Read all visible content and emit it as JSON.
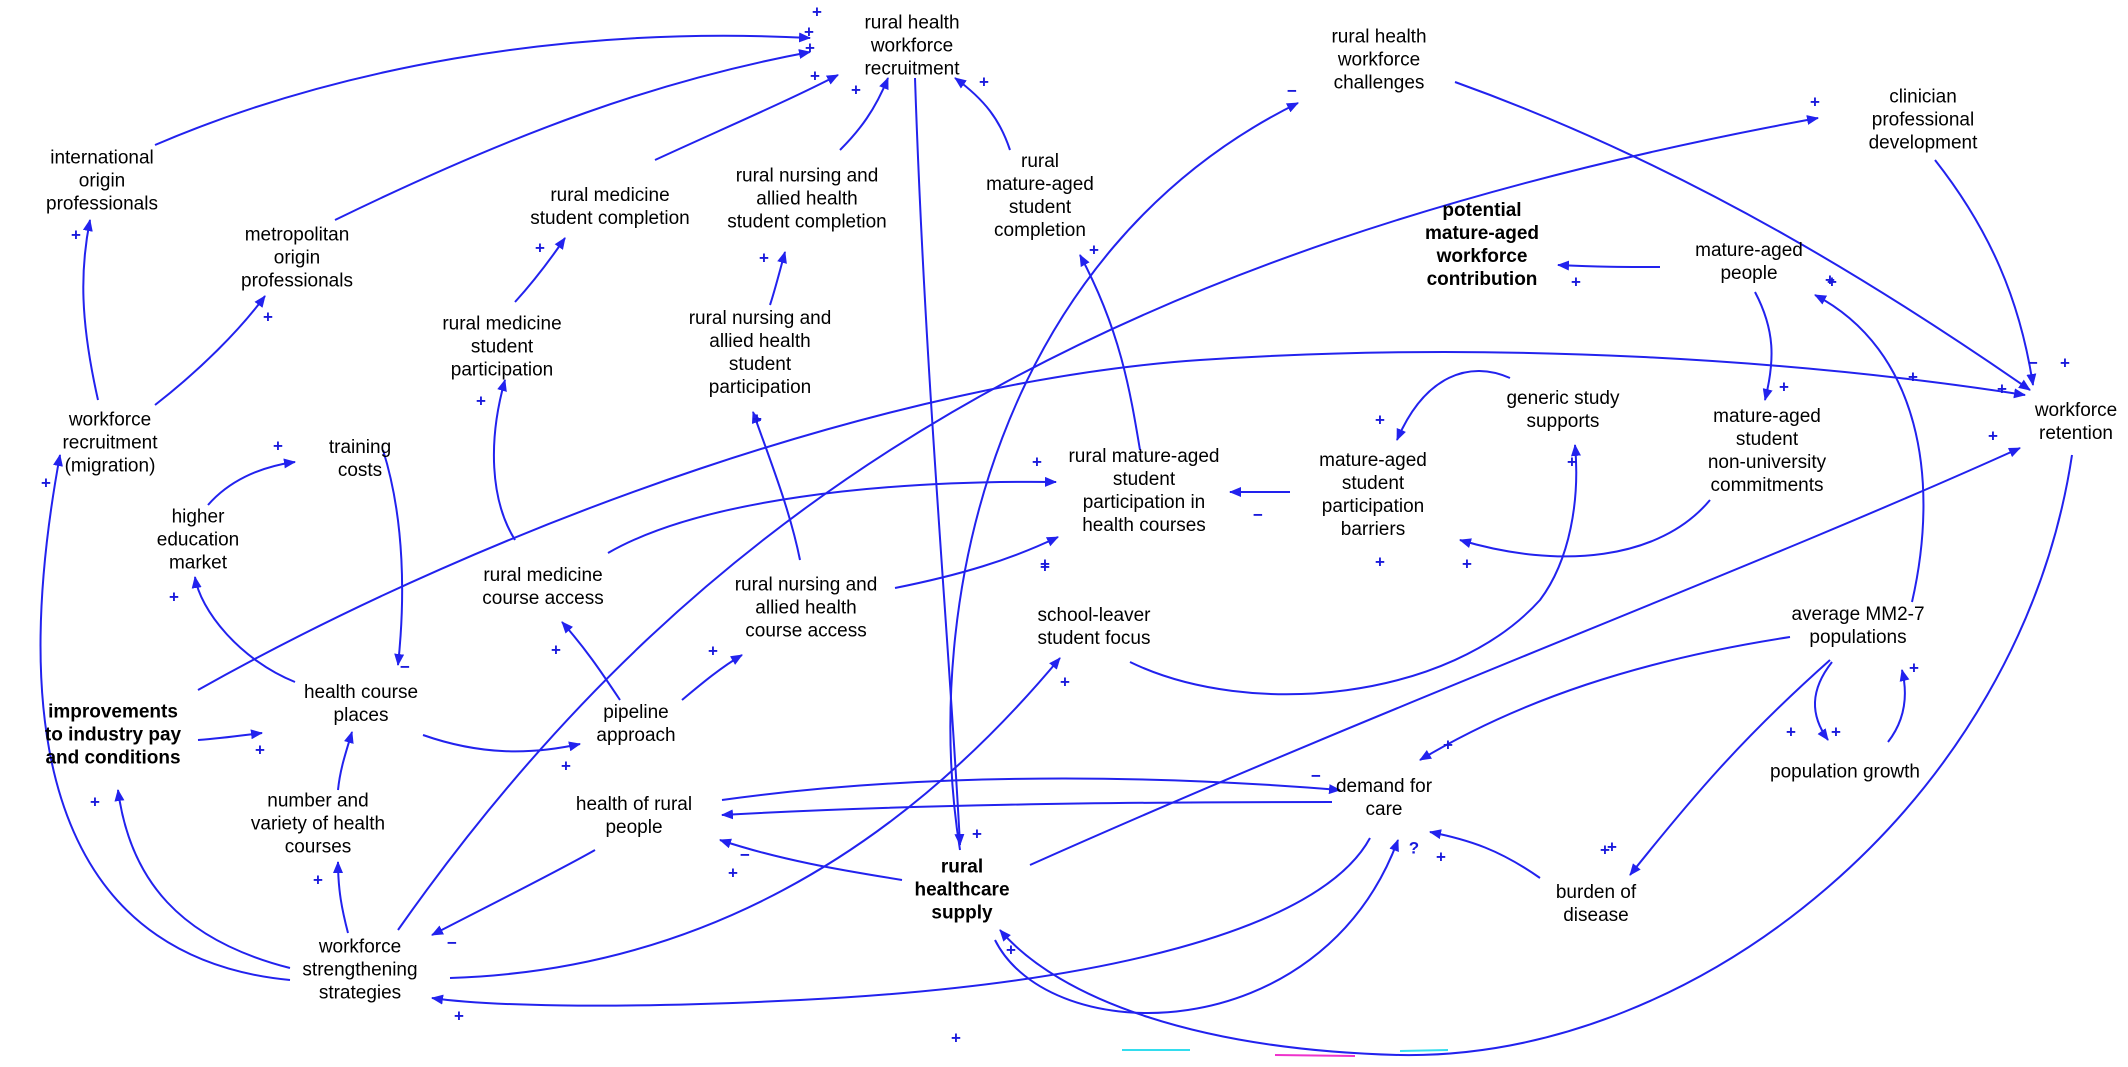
{
  "diagram": {
    "nodes": {
      "recruitment": "rural health\nworkforce\nrecruitment",
      "challenges": "rural health\nworkforce\nchallenges",
      "clinician_dev": "clinician\nprofessional\ndevelopment",
      "international": "international\norigin\nprofessionals",
      "metropolitan": "metropolitan\norigin\nprofessionals",
      "med_completion": "rural medicine\nstudent completion",
      "nursing_completion": "rural nursing and\nallied health\nstudent completion",
      "mature_completion": "rural\nmature-aged\nstudent\ncompletion",
      "mature_contribution": "potential\nmature-aged\nworkforce\ncontribution",
      "mature_people": "mature-aged\npeople",
      "med_participation": "rural medicine\nstudent\nparticipation",
      "nursing_participation": "rural nursing and\nallied health\nstudent\nparticipation",
      "generic_supports": "generic study\nsupports",
      "mature_commitments": "mature-aged\nstudent\nnon-university\ncommitments",
      "retention": "workforce\nretention",
      "migration": "workforce\nrecruitment\n(migration)",
      "training_costs": "training\ncosts",
      "mature_participation": "rural mature-aged\nstudent\nparticipation in\nhealth courses",
      "mature_barriers": "mature-aged\nstudent\nparticipation\nbarriers",
      "he_market": "higher\neducation\nmarket",
      "med_access": "rural medicine\ncourse access",
      "nursing_access": "rural nursing and\nallied health\ncourse access",
      "school_leaver": "school-leaver\nstudent focus",
      "mm_populations": "average MM2-7\npopulations",
      "pay_conditions": "improvements\nto industry pay\nand conditions",
      "course_places": "health course\nplaces",
      "pipeline": "pipeline\napproach",
      "course_variety": "number and\nvariety of health\ncourses",
      "health_people": "health of rural\npeople",
      "demand": "demand for\ncare",
      "pop_growth": "population growth",
      "supply": "rural\nhealthcare\nsupply",
      "burden": "burden of\ndisease",
      "strategies": "workforce\nstrengthening\nstrategies"
    },
    "polarities": [
      "+",
      "+",
      "+",
      "+",
      "+",
      "+",
      "+",
      "+",
      "+",
      "−",
      "+",
      "+",
      "+",
      "+",
      "+",
      "+",
      "+",
      "+",
      "+",
      "−",
      "+",
      "+",
      "+",
      "+",
      "+",
      "+",
      "−",
      "+",
      "+",
      "+",
      "+",
      "+",
      "+",
      "+",
      "−",
      "+",
      "+",
      "+",
      "+",
      "+",
      "+",
      "+",
      "+",
      "−",
      "+",
      "+",
      "+",
      "+",
      "+",
      "+",
      "−",
      "+",
      "−",
      "+",
      "+",
      "?",
      "+",
      "+",
      "+"
    ]
  },
  "colors": {
    "link": "#2222ee",
    "polarity": "#1a1adc",
    "node_text": "#000000"
  }
}
